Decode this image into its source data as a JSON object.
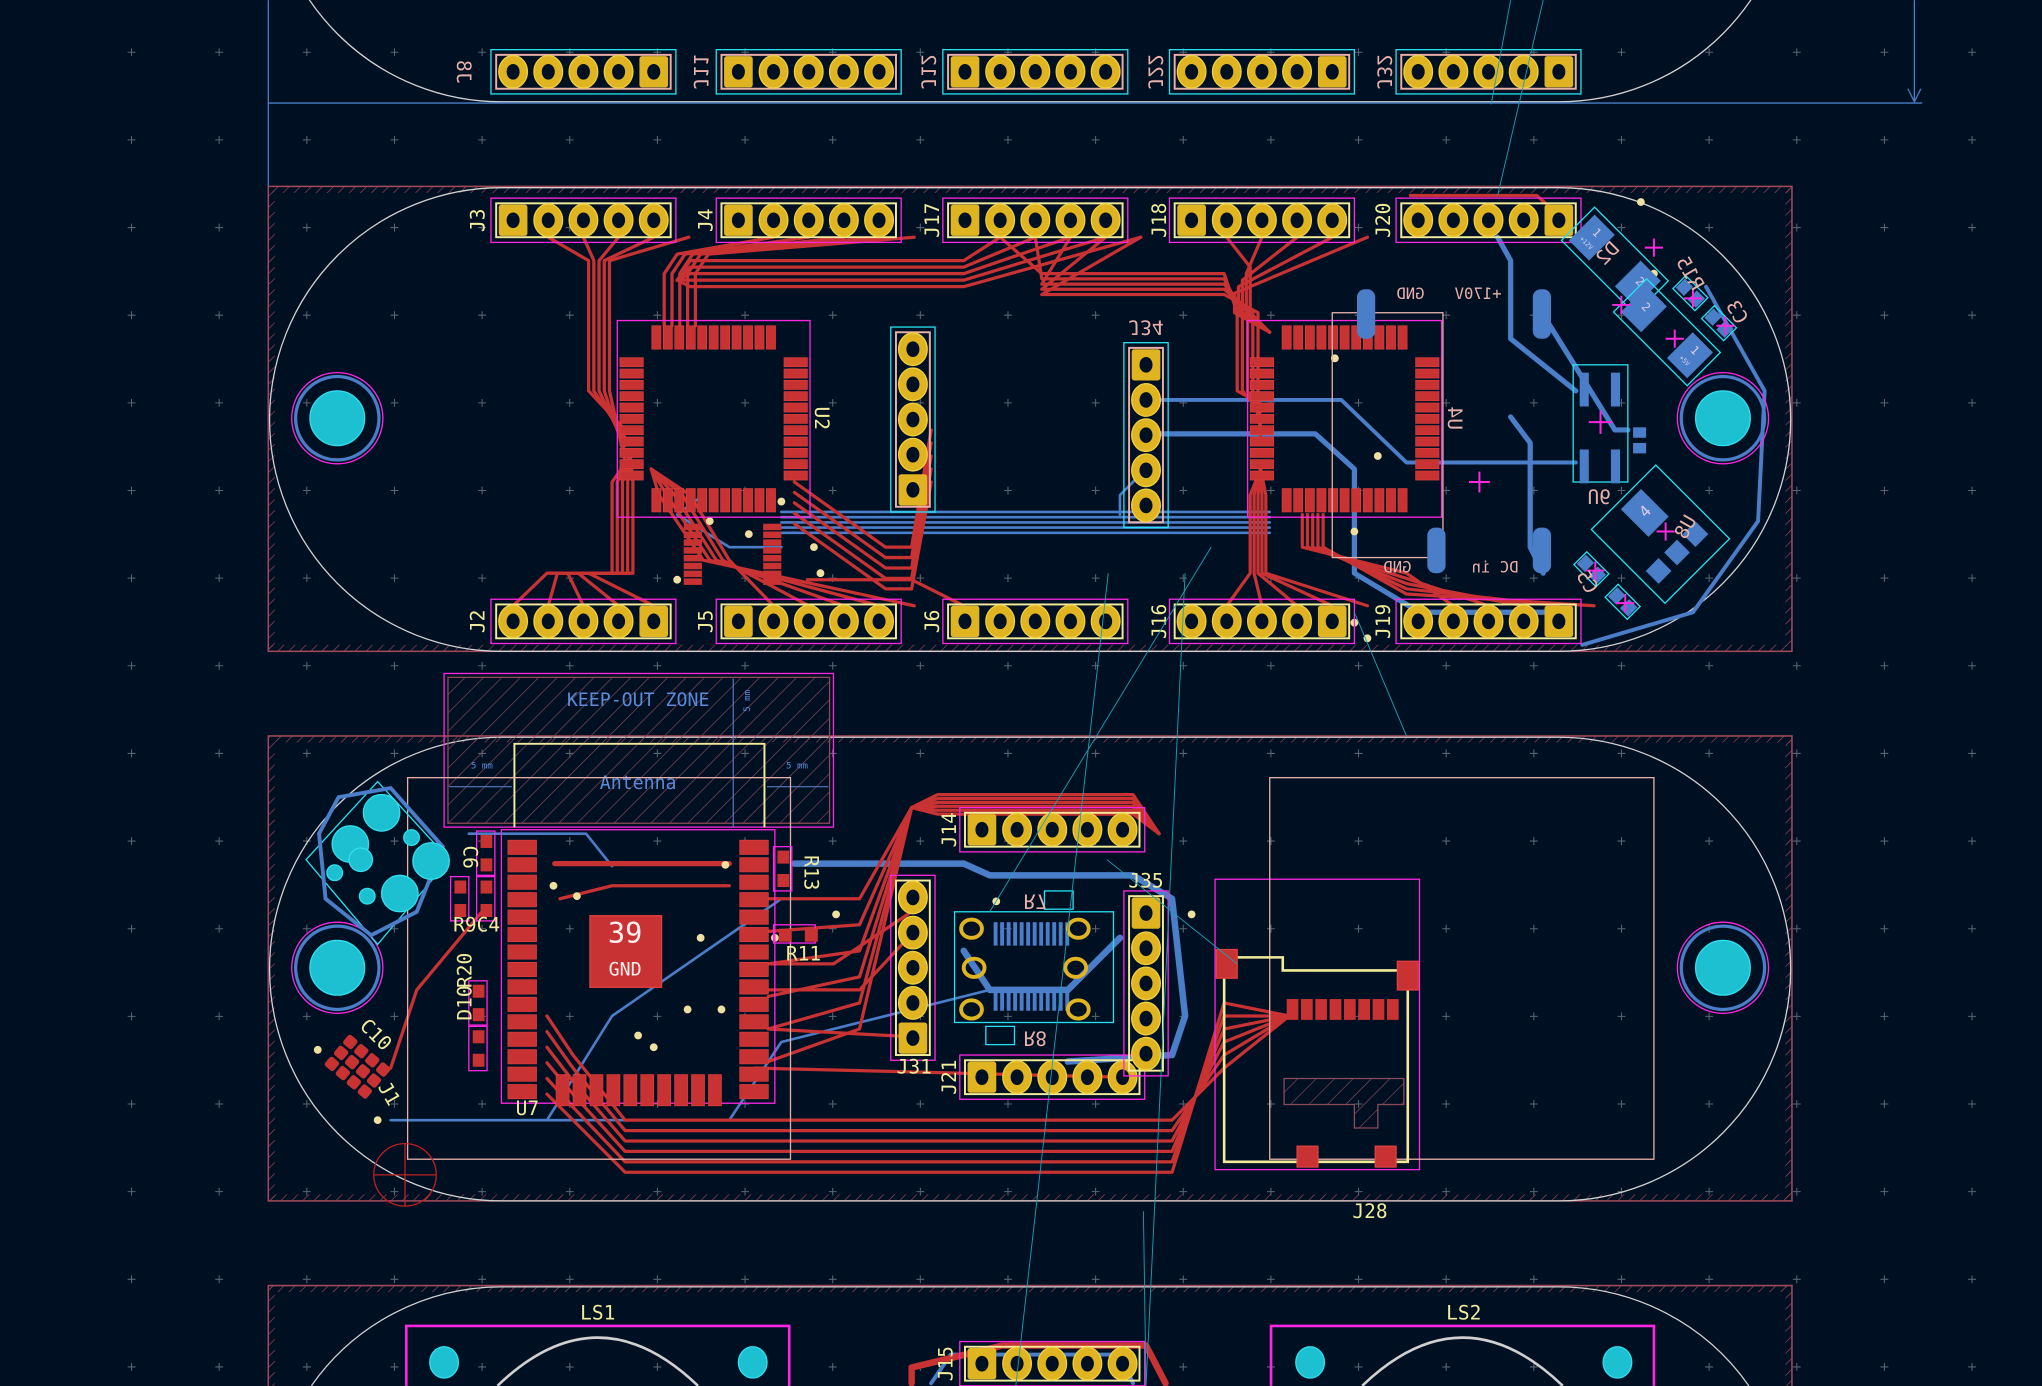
{
  "canvas": {
    "background": "#001023"
  },
  "colors": {
    "front_copper": "#c83232",
    "back_copper": "#4a7ec8",
    "pad": "#e0b420",
    "hole": "#1dc0d0",
    "front_silk": "#f2eb9a",
    "back_silk": "#e8b0a8",
    "courtyard": "#ff26e2",
    "back_courtyard": "#26e2f0",
    "edge": "#d0d0d0",
    "panel_edge": "#a04858",
    "ratsnest": "#1aa0b0"
  },
  "labels": {
    "J3": "J3",
    "J4": "J4",
    "J17": "J17",
    "J18": "J18",
    "J20": "J20",
    "J2": "J2",
    "J5": "J5",
    "J6": "J6",
    "J16": "J16",
    "J19": "J19",
    "J8": "J8",
    "J11": "J11",
    "J12": "J12",
    "J22": "J22",
    "J32": "J32",
    "J34": "J34",
    "J14": "J14",
    "J21": "J21",
    "J31": "J31",
    "J35": "J35",
    "J28": "J28",
    "J15": "J15",
    "J1": "J1",
    "U2": "U2",
    "U4": "U4",
    "U6": "U6",
    "U7": "U7",
    "U8": "U8",
    "R7": "R7",
    "R8": "R8",
    "R11": "R11",
    "R13": "R13",
    "R15": "R15",
    "R20": "R20",
    "R9C4": "R9C4",
    "C6": "C6",
    "C10": "C10",
    "C3": "C3",
    "C5": "C5",
    "D2": "D2",
    "D10": "D10",
    "LS1": "LS1",
    "LS2": "LS2"
  },
  "module_text": {
    "u4_top_left": "GND",
    "u4_top_right": "+170V",
    "u4_bottom_left": "GND",
    "u4_bottom_right": "DC in",
    "gnd_pad_number": "39",
    "gnd_pad_net": "GND",
    "keepout": "KEEP-OUT ZONE",
    "antenna": "Antenna",
    "dim_left": "5 mm",
    "dim_right": "5 mm",
    "dim_top": "5 mm",
    "u8_pad": "4",
    "d2_pad1": "1",
    "d2_pad2": "2",
    "d_pad1": "1",
    "d_pad2": "2",
    "d_pad1_net": "+12V",
    "d_pad2_net": "+5V"
  }
}
